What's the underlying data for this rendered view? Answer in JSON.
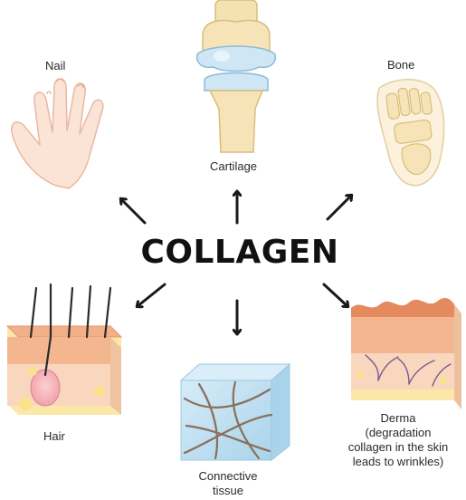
{
  "center": {
    "title": "COLLAGEN"
  },
  "labels": {
    "nail": "Nail",
    "cartilage": "Cartilage",
    "bone": "Bone",
    "hair": "Hair",
    "connective_line1": "Connective",
    "connective_line2": "tissue",
    "derma_line1": "Derma",
    "derma_line2": "(degradation",
    "derma_line3": "collagen in the skin",
    "derma_line4": "leads to wrinkles)"
  },
  "icons": {
    "nail": "hand-icon",
    "cartilage": "knee-joint-icon",
    "bone": "foot-bone-icon",
    "hair": "hair-follicle-skin-icon",
    "connective": "connective-tissue-cube-icon",
    "derma": "skin-layer-icon"
  },
  "colors": {
    "skin_top": "#f3b68e",
    "skin_mid": "#f9d7bf",
    "skin_base": "#fbe8a8",
    "cartilage_blue": "#cfe6f5",
    "bone_yellow": "#f6e4b8",
    "tissue_blue": "#b9dcef",
    "arrow": "#1a1a1a"
  }
}
